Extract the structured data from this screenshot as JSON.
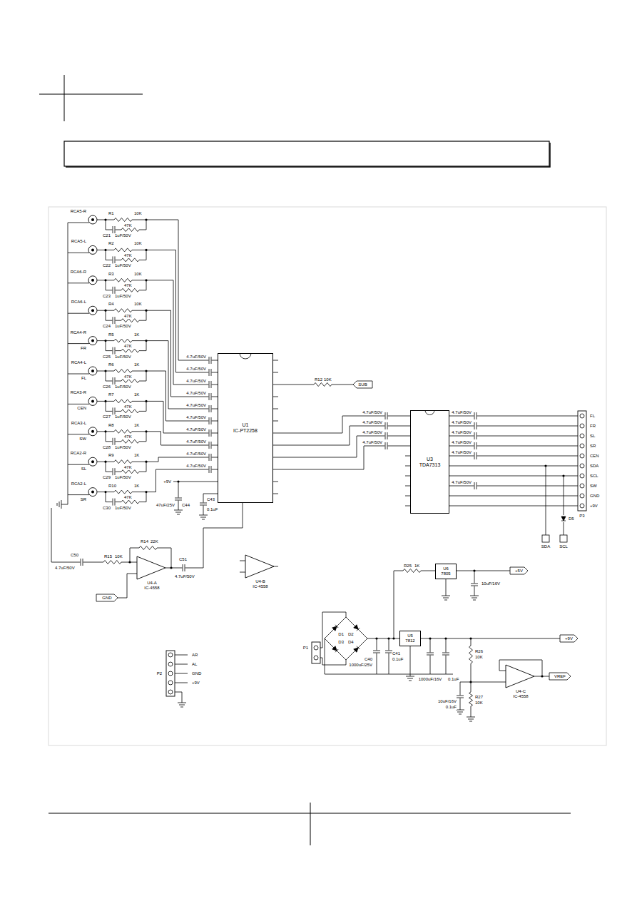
{
  "diagram": {
    "nodes": [
      {
        "text": [
          "U1",
          "IC-PT2258"
        ]
      },
      {
        "text": [
          "U3",
          "TDA7313"
        ]
      },
      {
        "text": [
          "U4-A",
          "IC-4558"
        ]
      },
      {
        "text": [
          "U4-B",
          "IC-4558"
        ]
      },
      {
        "text": [
          "U6",
          "7805"
        ]
      },
      {
        "text": [
          "U5",
          "7812"
        ]
      },
      {
        "text": [
          "U4-C",
          "IC-4558"
        ]
      }
    ],
    "edges": [
      {
        "from": 0,
        "to": 1,
        "arrow": "none"
      },
      {
        "from": 0,
        "to": 1,
        "arrow": "none"
      },
      {
        "from": 0,
        "to": 1,
        "arrow": "none"
      },
      {
        "from": 0,
        "to": 1,
        "arrow": "none"
      },
      {
        "from": 2,
        "to": 0,
        "arrow": "none"
      },
      {
        "from": 5,
        "to": 6,
        "arrow": "none"
      }
    ],
    "labels": [
      "RCA5-R",
      "R1",
      "10K",
      "47K",
      "C21",
      "1uF/50V",
      "RCA5-L",
      "R2",
      "10K",
      "47K",
      "C22",
      "1uF/50V",
      "RCA6-R",
      "R3",
      "10K",
      "47K",
      "C23",
      "1uF/50V",
      "RCA6-L",
      "R4",
      "10K",
      "47K",
      "C24",
      "1uF/50V",
      "RCA4-R",
      "FR",
      "R5",
      "1K",
      "47K",
      "C25",
      "1uF/50V",
      "RCA4-L",
      "FL",
      "R6",
      "1K",
      "47K",
      "C26",
      "1uF/50V",
      "RCA3-R",
      "CEN",
      "R7",
      "1K",
      "47K",
      "C27",
      "1uF/50V",
      "RCA3-L",
      "SW",
      "R8",
      "1K",
      "47K",
      "C28",
      "1uF/50V",
      "RCA2-R",
      "SL",
      "R9",
      "1K",
      "47K",
      "C29",
      "1uF/50V",
      "RCA2-L",
      "SR",
      "R10",
      "1K",
      "47K",
      "C30",
      "1uF/50V",
      "4.7uF/50V",
      "4.7uF/50V",
      "4.7uF/50V",
      "4.7uF/50V",
      "4.7uF/50V",
      "4.7uF/50V",
      "4.7uF/50V",
      "4.7uF/50V",
      "4.7uF/50V",
      "4.7uF/50V",
      "4.7uF/50V",
      "4.7uF/50V",
      "4.7uF/50V",
      "4.7uF/50V",
      "4.7uF/50V",
      "4.7uF/50V",
      "4.7uF/50V",
      "4.7uF/50V",
      "4.7uF/50V",
      "4.7uF/50V",
      "FL",
      "FR",
      "SL",
      "SR",
      "CEN",
      "SDA",
      "SCL",
      "SW",
      "GND",
      "+9V",
      "P3",
      "R12",
      "10K",
      "SUB",
      "+9V",
      "47uF/25V",
      "C44",
      "C43",
      "0.1uF",
      "4.7uF/50V",
      "C50",
      "R15",
      "10K",
      "R14",
      "22K",
      "C51",
      "4.7uF/50V",
      "GND",
      "P2",
      "AR",
      "AL",
      "GND",
      "+9V",
      "P1",
      "D1",
      "D2",
      "D3",
      "D4",
      "C40",
      "1000uF/25V",
      "C41",
      "0.1uF",
      "1000uF/16V",
      "0.1uF",
      "+9V",
      "R25",
      "1K",
      "+5V",
      "10uF/16V",
      "R26",
      "10K",
      "R27",
      "10K",
      "VREF",
      "10uF/16V",
      "0.1uF",
      "SDA",
      "SCL",
      "D5"
    ]
  }
}
